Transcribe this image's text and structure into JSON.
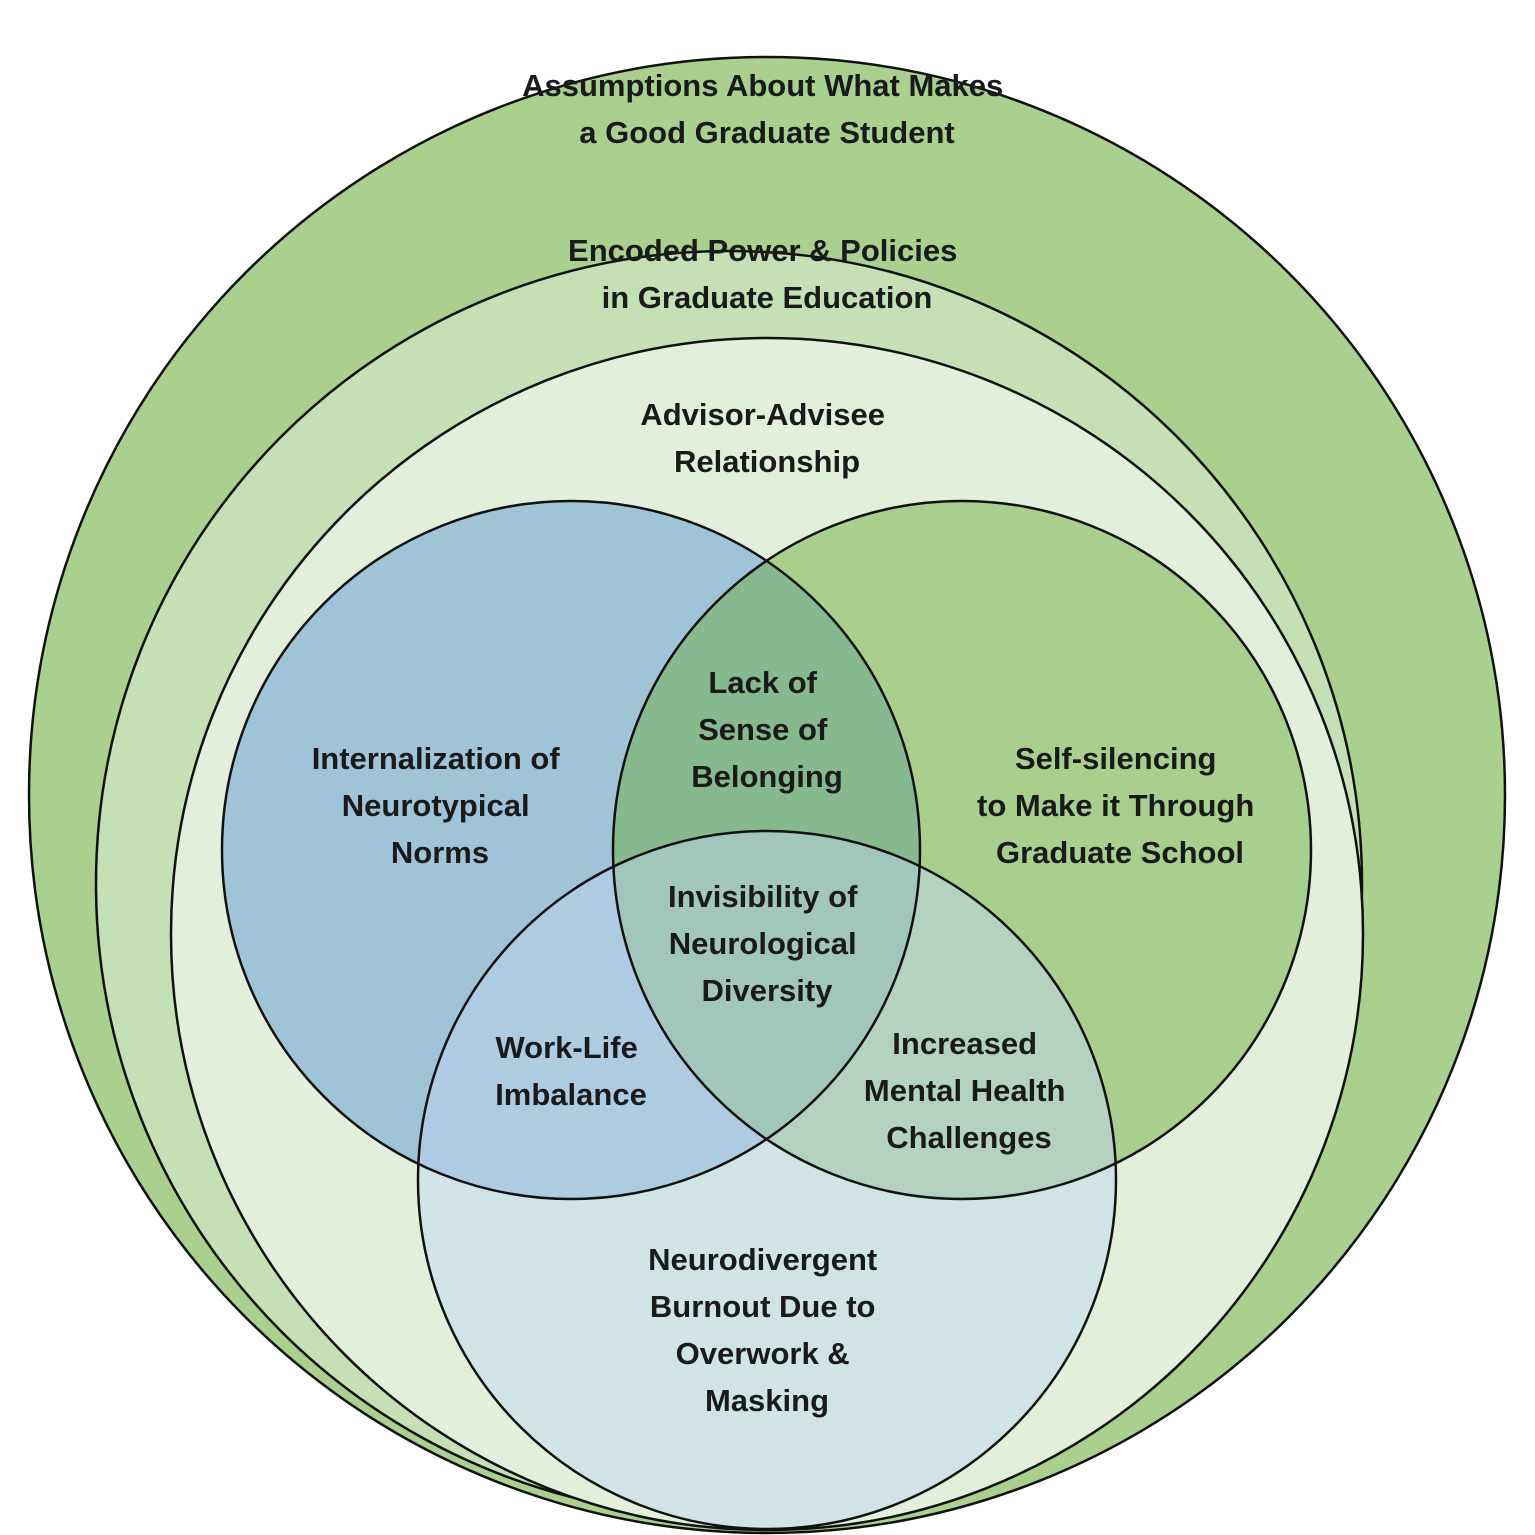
{
  "layers": {
    "outer": {
      "lines": [
        "Assumptions About What Makes",
        "a Good Graduate Student"
      ],
      "color": "#a9d08e"
    },
    "middle": {
      "lines": [
        "Encoded Power & Policies",
        "in Graduate Education"
      ],
      "color": "#c5e0b4"
    },
    "inner": {
      "lines": [
        "Advisor-Advisee",
        "Relationship"
      ],
      "color": "#e2efda"
    }
  },
  "venn": {
    "left": {
      "lines": [
        "Internalization of",
        "Neurotypical",
        "Norms"
      ],
      "color": "#9fc3d7"
    },
    "right": {
      "lines": [
        "Self-silencing",
        "to Make it Through",
        "Graduate School"
      ],
      "color": "#a9cf8e"
    },
    "bottom": {
      "lines": [
        "Neurodivergent",
        "Burnout Due to",
        "Overwork &",
        "Masking"
      ],
      "color": "#d0e3e5"
    },
    "left_right": {
      "lines": [
        "Lack of",
        "Sense of",
        "Belonging"
      ],
      "color": "#86b98e"
    },
    "left_bottom": {
      "lines": [
        "Work-Life",
        "Imbalance"
      ],
      "color": "#adcce2"
    },
    "right_bottom": {
      "lines": [
        "Increased",
        "Mental Health",
        "Challenges"
      ],
      "color": "#b3d3c0"
    },
    "center": {
      "lines": [
        "Invisibility of",
        "Neurological",
        "Diversity"
      ],
      "color": "#a1c6bb"
    }
  }
}
